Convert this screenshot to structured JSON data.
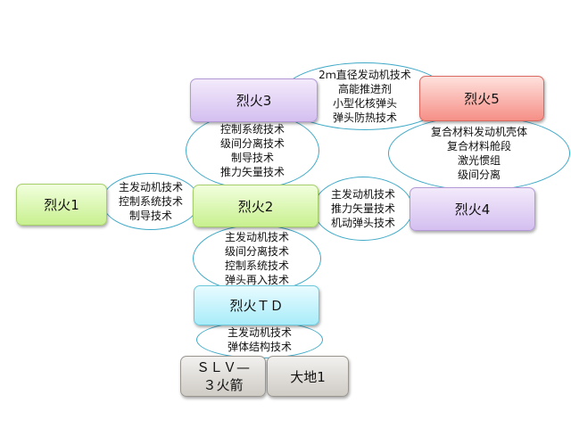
{
  "nodes": {
    "liehuo1": "烈火1",
    "liehuo2": "烈火2",
    "liehuo3": "烈火3",
    "liehuo4": "烈火4",
    "liehuo5": "烈火5",
    "liehuo_td": "烈火ＴＤ",
    "slv3": [
      "ＳＬＶ—",
      "３火箭"
    ],
    "dadi1": "大地1"
  },
  "links": {
    "l1_to_l2": [
      "主发动机技术",
      "控制系统技术",
      "制导技术"
    ],
    "l2_to_l3": [
      "控制系统技术",
      "级间分离技术",
      "制导技术",
      "推力矢量技术"
    ],
    "l2_to_l4": [
      "主发动机技术",
      "推力矢量技术",
      "机动弹头技术"
    ],
    "l3_to_l5": [
      "2ｍ直径发动机技术",
      "高能推进剂",
      "小型化核弹头",
      "弹头防热技术"
    ],
    "l4_to_l5": [
      "复合材料发动机壳体",
      "复合材料舱段",
      "激光惯组",
      "级间分离"
    ],
    "td_to_l2": [
      "主发动机技术",
      "级间分离技术",
      "控制系统技术",
      "弹头再入技术"
    ],
    "base_to_td": [
      "主发动机技术",
      "弹体结构技术"
    ]
  },
  "colors": {
    "link_border": "#3fa9c7",
    "green": "#c8f08f",
    "purple": "#d4bff0",
    "red": "#f58f86",
    "cyan": "#a8ecf9",
    "gray": "#cfcbc5"
  }
}
